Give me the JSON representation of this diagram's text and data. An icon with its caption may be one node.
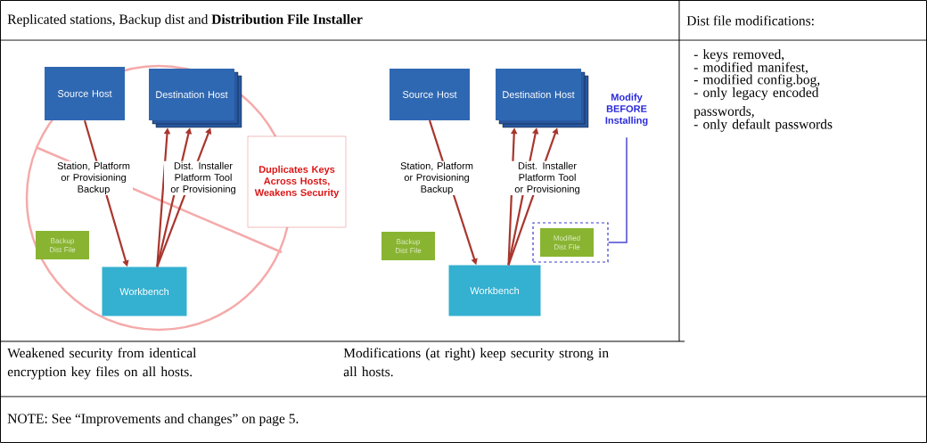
{
  "diagram": {
    "nodes": [
      {
        "text": [
          "Source Host"
        ]
      },
      {
        "text": [
          "Destination Host"
        ]
      },
      {
        "text": [
          "Backup Dist File"
        ]
      },
      {
        "text": [
          "Workbench"
        ]
      },
      {
        "text": [
          "Duplicates Keys Across Hosts, Weakens Security"
        ]
      },
      {
        "text": [
          "Source Host"
        ]
      },
      {
        "text": [
          "Destination Host"
        ]
      },
      {
        "text": [],
        "shape": "box"
      },
      {
        "text": [
          "Modified Dist File"
        ],
        "in": 7
      },
      {
        "text": [
          "Backup Dist File"
        ]
      },
      {
        "text": [
          "Workbench"
        ]
      },
      {
        "text": [
          "Modify BEFORE Installing"
        ]
      }
    ],
    "edges": [
      {
        "from": 0,
        "to": 3,
        "arrow": "to",
        "label": "Station, Platform or Provisioning Backup"
      },
      {
        "from": 3,
        "to": 1,
        "arrow": "to"
      },
      {
        "from": 3,
        "to": 1,
        "arrow": "to",
        "label": "Dist. Installer Platform Tool or Provisioning"
      },
      {
        "from": 3,
        "to": 1,
        "arrow": "to"
      },
      {
        "from": 5,
        "to": 10,
        "arrow": "to",
        "label": "Station, Platform or Provisioning Backup"
      },
      {
        "from": 10,
        "to": 6,
        "arrow": "to"
      },
      {
        "from": 10,
        "to": 6,
        "arrow": "to",
        "label": "Dist. Installer Platform Tool or Provisioning"
      },
      {
        "from": 10,
        "to": 6,
        "arrow": "to"
      },
      {
        "from": 11,
        "to": 7,
        "arrow": "none",
        "color": "#4a4ad0"
      }
    ],
    "labels": [
      "Replicated stations, Backup dist and **Distribution File Installer**",
      "Dist file modifications:",
      "- keys removed,",
      "- modified manifest,",
      "- modified config.bog,",
      "- only legacy encoded passwords,",
      "- only default passwords",
      "Weakened security from identical encryption key files on all hosts.",
      "Modifications (at right) keep security strong in all hosts.",
      "NOTE: See “Improvements and changes” on page 5."
    ]
  }
}
